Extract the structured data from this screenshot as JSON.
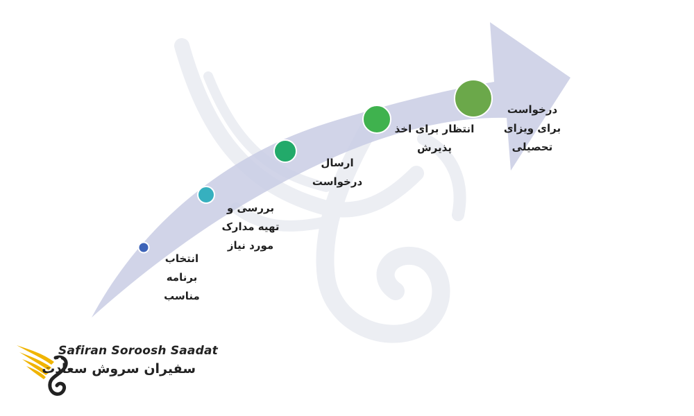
{
  "steps": [
    {
      "lines": [
        "انتخاب",
        "برنامه",
        "مناسب"
      ]
    },
    {
      "lines": [
        "بررسی و",
        "تهیه مدارک",
        "مورد نیاز"
      ]
    },
    {
      "lines": [
        "ارسال",
        "درخواست"
      ]
    },
    {
      "lines": [
        "انتظار برای اخذ",
        "پذیرش"
      ]
    },
    {
      "lines": [
        "درخواست",
        "برای ویزای",
        "تحصیلی"
      ]
    }
  ],
  "colors": {
    "arrow": "#c9cde4",
    "dots": [
      "#3d63b8",
      "#36b0bf",
      "#22aa6a",
      "#3fb24e",
      "#6ba84a"
    ],
    "watermark": "#eceef3",
    "logo_gold": "#f0b400"
  },
  "logo": {
    "en": "Safiran Soroosh Saadat",
    "fa": "سفیران سروش سعادت"
  }
}
